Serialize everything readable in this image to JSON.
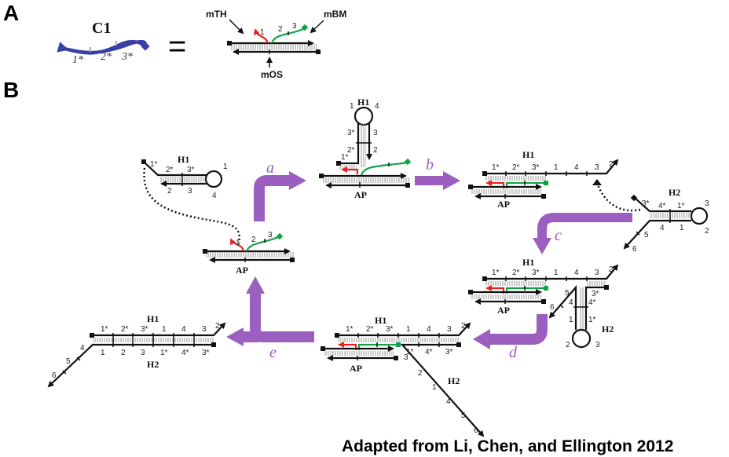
{
  "panels": {
    "a": "A",
    "b": "B"
  },
  "panel_a": {
    "c1_label": "C1",
    "c1_segments": [
      "1*",
      "2*",
      "3*"
    ],
    "equals": "=",
    "labels": {
      "mth": "mTH",
      "mbm": "mBM",
      "mos": "mOS"
    },
    "strand_segments": [
      "1",
      "2",
      "3"
    ],
    "c1_color": "#3a3fa8"
  },
  "steps": {
    "a": "a",
    "b": "b",
    "c": "c",
    "d": "d",
    "e": "e"
  },
  "species": {
    "h1": "H1",
    "h2": "H2",
    "ap": "AP"
  },
  "h1_hairpin": {
    "top": [
      "1*",
      "2*",
      "3*"
    ],
    "bottom": [
      "2",
      "3"
    ],
    "loop": [
      "1",
      "4"
    ]
  },
  "ap_complex": {
    "segments": [
      "1",
      "2",
      "3"
    ]
  },
  "ap_h1_vertical": {
    "loop": [
      "1",
      "4"
    ],
    "left": [
      "3*",
      "2*",
      "1*"
    ],
    "right": [
      "3",
      "2"
    ]
  },
  "h1_open": {
    "top": [
      "1*",
      "2*",
      "3*",
      "1",
      "4",
      "3",
      "2"
    ]
  },
  "h2_hairpin": {
    "top": [
      "3*",
      "4*",
      "1*"
    ],
    "bottom": [
      "4",
      "1"
    ],
    "tail": [
      "5",
      "6"
    ],
    "loop": [
      "3",
      "2"
    ]
  },
  "h1_h2_partial": {
    "top": [
      "1*",
      "2*",
      "3*",
      "1",
      "4",
      "3",
      "2"
    ],
    "h2_right": [
      "3*",
      "4*",
      "1*"
    ],
    "h2_left": [
      "5",
      "4",
      "1",
      "6"
    ],
    "loop": [
      "2",
      "3"
    ]
  },
  "h1_h2_full_ap": {
    "top": [
      "1*",
      "2*",
      "3*",
      "1",
      "4",
      "3",
      "2"
    ],
    "bottom": [
      "1*",
      "4*",
      "3*"
    ],
    "tail": [
      "3",
      "2",
      "1",
      "4",
      "5",
      "6"
    ]
  },
  "h1_h2_final": {
    "top": [
      "1*",
      "2*",
      "3*",
      "1",
      "4",
      "3",
      "2"
    ],
    "bottom": [
      "1",
      "2",
      "3",
      "1*",
      "4*",
      "3*"
    ],
    "tail": [
      "4",
      "5",
      "6"
    ]
  },
  "colors": {
    "purple": "#9b5fc0",
    "red": "#e8231f",
    "green": "#12a34a",
    "blue": "#3a3fa8"
  },
  "credit": "Adapted from Li, Chen, and Ellington 2012"
}
